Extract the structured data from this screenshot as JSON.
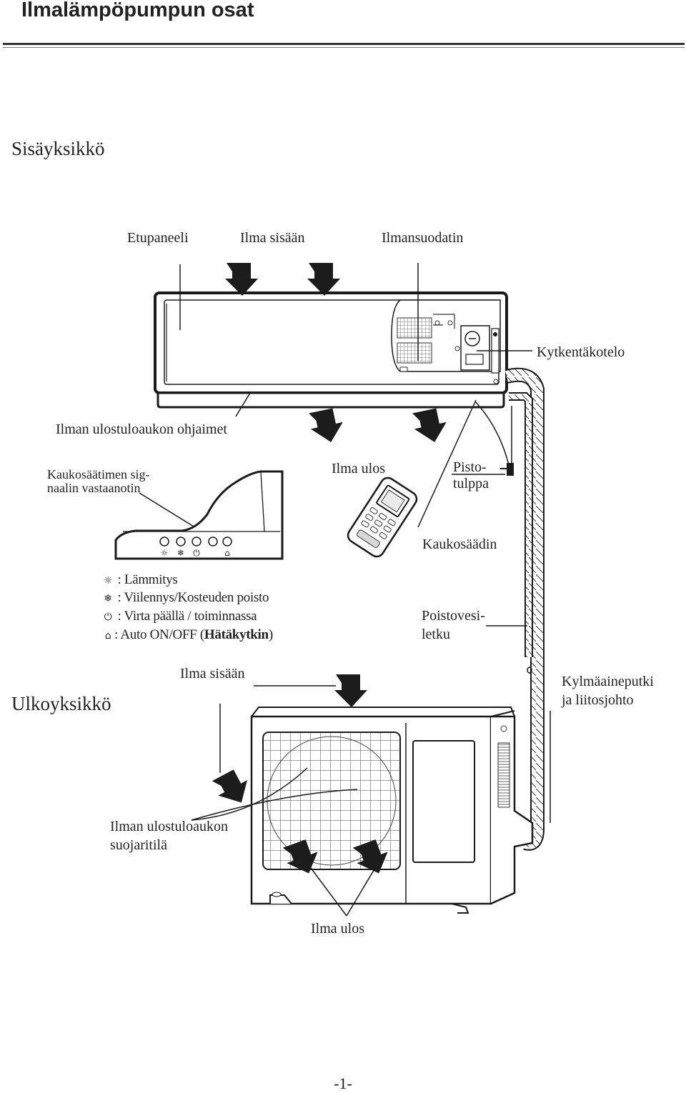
{
  "page": {
    "title": "Ilmalämpöpumpun osat",
    "page_number": "-1-"
  },
  "indoor": {
    "section_title": "Sisäyksikkö",
    "labels": {
      "front_panel": "Etupaneeli",
      "air_in": "Ilma sisään",
      "air_filter": "Ilmansuodatin",
      "terminal_box": "Kytkentäkotelo",
      "outlet_louvers": "Ilman ulostuloaukon ohjaimet",
      "remote_receiver_1": "Kaukosäätimen sig-",
      "remote_receiver_2": "naalin vastaanotin",
      "air_out": "Ilma ulos",
      "plug_1": "Pisto-",
      "plug_2": "tulppa",
      "remote": "Kaukosäädin",
      "drain_1": "Poistovesi-",
      "drain_2": "letku"
    },
    "legend": [
      {
        "icon": "sun-icon",
        "glyph": "☼",
        "text": ": Lämmitys"
      },
      {
        "icon": "snowflake-icon",
        "glyph": "❄",
        "text": ": Viilennys/Kosteuden poisto"
      },
      {
        "icon": "power-icon",
        "glyph": "⏻",
        "text": ": Virta päällä / toiminnassa"
      },
      {
        "icon": "auto-switch-icon",
        "glyph": "⌂",
        "text_pre": ": Auto ON/OFF (",
        "text_bold": "Hätäkytkin",
        "text_post": ")"
      }
    ]
  },
  "outdoor": {
    "section_title": "Ulkoyksikkö",
    "labels": {
      "air_in": "Ilma sisään",
      "refrigerant_1": "Kylmäaineputki",
      "refrigerant_2": "ja liitosjohto",
      "grille_1": "Ilman ulostuloaukon",
      "grille_2": "suojaritilä",
      "air_out": "Ilma ulos"
    }
  }
}
